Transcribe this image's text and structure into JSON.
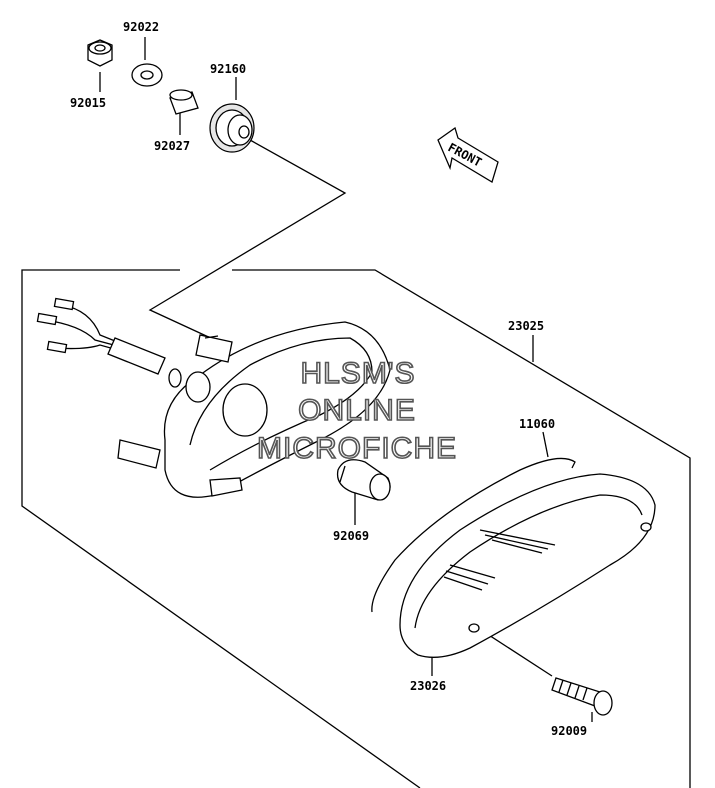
{
  "parts": {
    "p92022": "92022",
    "p92015": "92015",
    "p92160": "92160",
    "p92027": "92027",
    "p23025": "23025",
    "p11060": "11060",
    "p92069": "92069",
    "p23026": "23026",
    "p92009": "92009"
  },
  "front_arrow": {
    "label": "FRONT"
  },
  "watermark": {
    "line1": "HLSM'S",
    "line2": "ONLINE",
    "line3": "MICROFICHE"
  }
}
